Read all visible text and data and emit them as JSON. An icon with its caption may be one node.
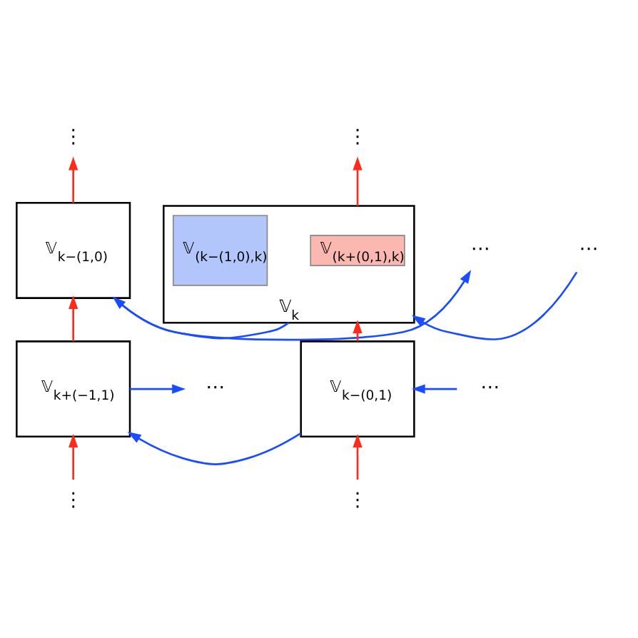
{
  "diagram": {
    "nodes": [
      {
        "text": [
          "⋮"
        ]
      },
      {
        "text": [
          "⋮"
        ]
      },
      {
        "text": [
          "⋯"
        ]
      },
      {
        "text": [
          "𝕍$_{k−(1,0)}$"
        ]
      },
      {
        "text": [
          "𝕍$_{k}$"
        ]
      },
      {
        "text": [
          "𝕍$_{(k+(0,1),k)}$"
        ],
        "in": 4
      },
      {
        "text": [
          "𝕍$_{(k−(1,0),k)}$"
        ],
        "in": 4
      },
      {
        "text": [
          "⋯"
        ]
      },
      {
        "text": [
          "⋯"
        ]
      },
      {
        "text": [
          "𝕍$_{k+(−1,1)}$"
        ]
      },
      {
        "text": [
          "𝕍$_{k−(0,1)}$"
        ]
      },
      {
        "text": [
          "⋯"
        ]
      },
      {
        "text": [
          "⋮"
        ]
      },
      {
        "text": [
          "⋮"
        ]
      }
    ],
    "edges": [
      {
        "from": 3,
        "to": 0,
        "arrow": "to",
        "color": "#ff2a1a"
      },
      {
        "from": 4,
        "to": 1,
        "arrow": "to",
        "color": "#ff2a1a"
      },
      {
        "from": 3,
        "to": 2,
        "arrow": "to",
        "color": "#1a4dff"
      },
      {
        "from": 4,
        "to": 3,
        "arrow": "to",
        "color": "#1a4dff"
      },
      {
        "from": 7,
        "to": 4,
        "arrow": "to",
        "color": "#1a4dff"
      },
      {
        "from": 9,
        "to": 3,
        "arrow": "to",
        "color": "#ff2a1a"
      },
      {
        "from": 10,
        "to": 4,
        "arrow": "to",
        "color": "#ff2a1a"
      },
      {
        "from": 9,
        "to": 8,
        "arrow": "to",
        "color": "#1a4dff"
      },
      {
        "from": 10,
        "to": 9,
        "arrow": "to",
        "color": "#1a4dff"
      },
      {
        "from": 11,
        "to": 10,
        "arrow": "to",
        "color": "#1a4dff"
      },
      {
        "from": 12,
        "to": 9,
        "arrow": "to",
        "color": "#ff2a1a"
      },
      {
        "from": 13,
        "to": 10,
        "arrow": "to",
        "color": "#ff2a1a"
      }
    ]
  }
}
